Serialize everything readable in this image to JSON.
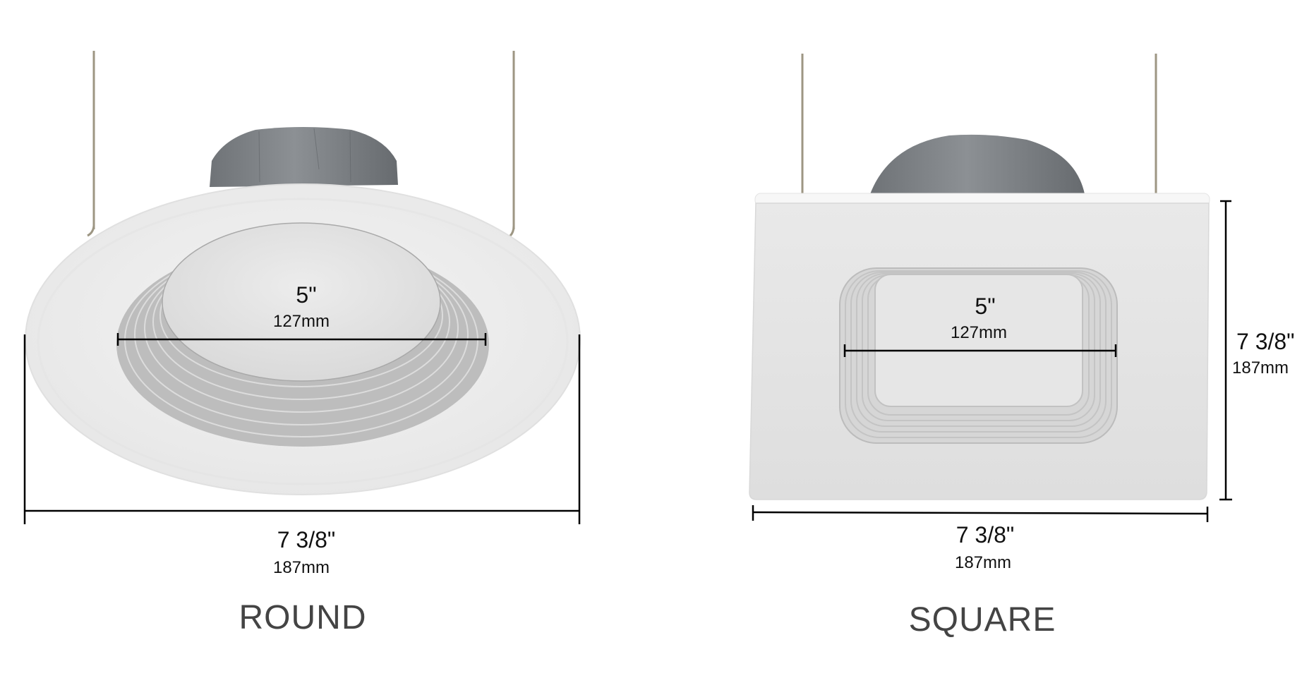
{
  "colors": {
    "background": "#ffffff",
    "dimension_line": "#000000",
    "dimension_text": "#111111",
    "title_text": "#444444",
    "trim_white": "#f2f2f2",
    "trim_edge": "#e2e2e2",
    "housing_grey": "#7b7f83",
    "baffle_grey": "#b9b9b9",
    "lens_white": "#e8e8e8",
    "clip_wire": "#9d9683"
  },
  "round": {
    "title": "ROUND",
    "aperture": {
      "inch": "5\"",
      "mm": "127mm"
    },
    "overall_width": {
      "inch": "7 3/8\"",
      "mm": "187mm"
    }
  },
  "square": {
    "title": "SQUARE",
    "aperture": {
      "inch": "5\"",
      "mm": "127mm"
    },
    "overall_width": {
      "inch": "7 3/8\"",
      "mm": "187mm"
    },
    "overall_height": {
      "inch": "7 3/8\"",
      "mm": "187mm"
    }
  }
}
